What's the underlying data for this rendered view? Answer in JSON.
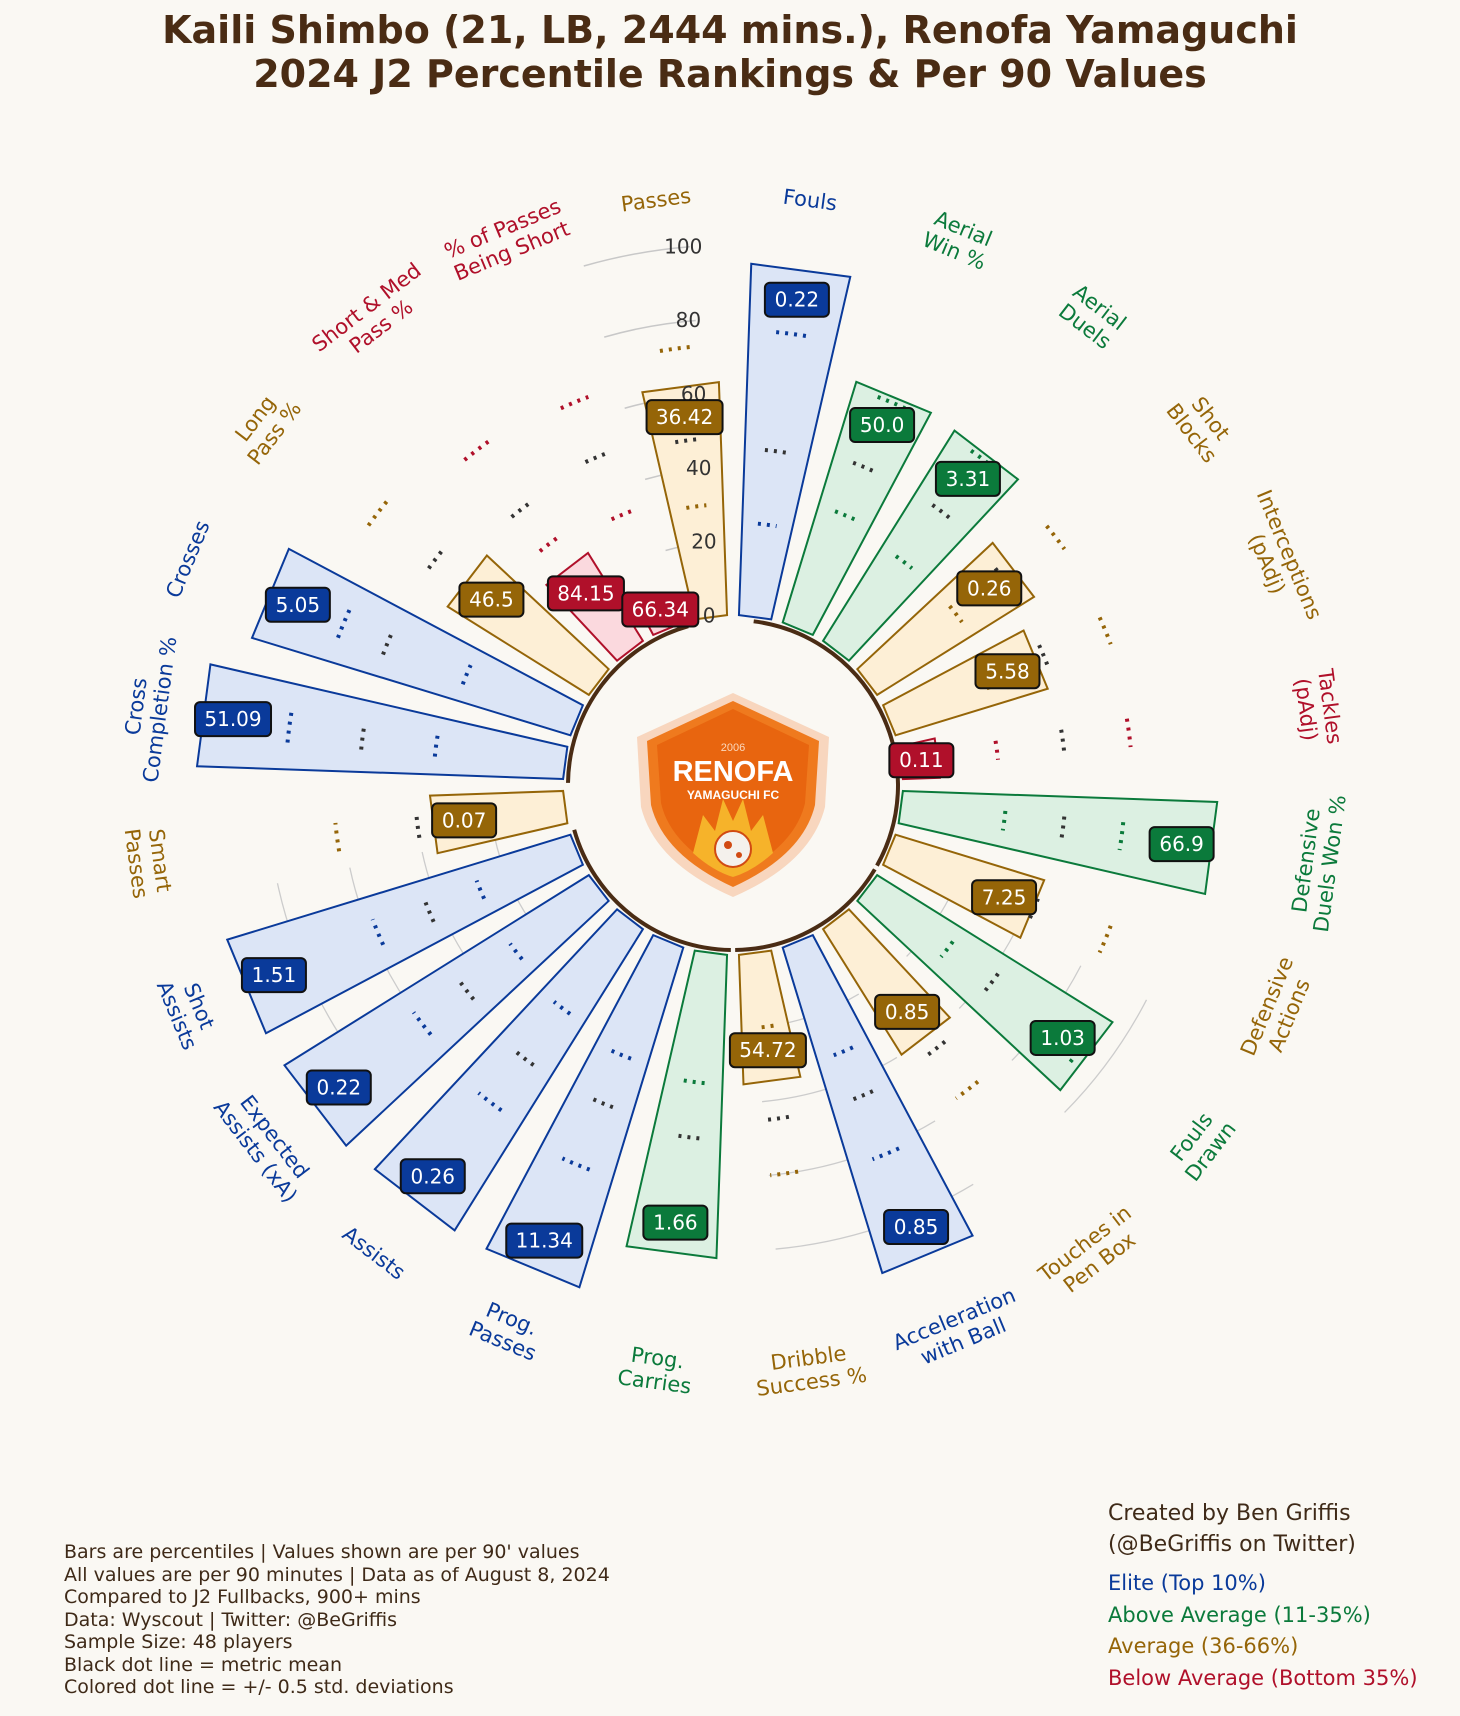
{
  "title": {
    "line1": "Kaili Shimbo (21, LB, 2444 mins.), Renofa Yamaguchi",
    "line2": "2024 J2 Percentile Rankings & Per 90 Values"
  },
  "logo": {
    "year": "2006",
    "name": "RENOFA",
    "sub": "YAMAGUCHI FC"
  },
  "colors": {
    "elite": "#0a3a9a",
    "above_average": "#0b7a3b",
    "average": "#956508",
    "below_average": "#b0102a",
    "title": "#4a2c14"
  },
  "chart_data": {
    "type": "radial-bar",
    "title": "Kaili Shimbo (21, LB, 2444 mins.), Renofa Yamaguchi 2024 J2 Percentile Rankings & Per 90 Values",
    "r_ticks": [
      "0",
      "20",
      "40",
      "60",
      "80",
      "100"
    ],
    "ylim": [
      0,
      100
    ],
    "metrics": [
      {
        "label": "Fouls",
        "percentile": 95,
        "value": "0.22",
        "tier": "elite",
        "mean_pct": 45,
        "lo_pct": 25,
        "hi_pct": 77
      },
      {
        "label": "Aerial\nWin %",
        "percentile": 68,
        "value": "50.0",
        "tier": "above_average",
        "mean_pct": 47,
        "lo_pct": 33,
        "hi_pct": 66
      },
      {
        "label": "Aerial\nDuels",
        "percentile": 67,
        "value": "3.31",
        "tier": "above_average",
        "mean_pct": 47,
        "lo_pct": 30,
        "hi_pct": 65
      },
      {
        "label": "Shot\nBlocks",
        "percentile": 50,
        "value": "0.26",
        "tier": "average",
        "mean_pct": 46,
        "lo_pct": 30,
        "hi_pct": 64
      },
      {
        "label": "Interceptions\n(pAdj)",
        "percentile": 43,
        "value": "5.58",
        "tier": "average",
        "mean_pct": 45,
        "lo_pct": 28,
        "hi_pct": 63
      },
      {
        "label": "Tackles\n(pAdj)",
        "percentile": 10,
        "value": "0.11",
        "tier": "below_average",
        "mean_pct": 44,
        "lo_pct": 26,
        "hi_pct": 62
      },
      {
        "label": "Defensive\nDuels Won %",
        "percentile": 85,
        "value": "66.9",
        "tier": "above_average",
        "mean_pct": 44,
        "lo_pct": 28,
        "hi_pct": 60
      },
      {
        "label": "Defensive\nActions",
        "percentile": 42,
        "value": "7.25",
        "tier": "average",
        "mean_pct": 42,
        "lo_pct": 30,
        "hi_pct": 63
      },
      {
        "label": "Fouls\nDrawn",
        "percentile": 75,
        "value": "1.03",
        "tier": "above_average",
        "mean_pct": 42,
        "lo_pct": 27,
        "hi_pct": 72
      },
      {
        "label": "Touches in\nPen Box",
        "percentile": 40,
        "value": "0.85",
        "tier": "average",
        "mean_pct": 44,
        "lo_pct": 30,
        "hi_pct": 58
      },
      {
        "label": "Acceleration\nwith Ball",
        "percentile": 92,
        "value": "0.85",
        "tier": "elite",
        "mean_pct": 45,
        "lo_pct": 32,
        "hi_pct": 62
      },
      {
        "label": "Dribble\nSuccess %",
        "percentile": 35,
        "value": "54.72",
        "tier": "average",
        "mean_pct": 45,
        "lo_pct": 20,
        "hi_pct": 60
      },
      {
        "label": "Prog.\nCarries",
        "percentile": 82,
        "value": "1.66",
        "tier": "above_average",
        "mean_pct": 50,
        "lo_pct": 35,
        "hi_pct": 77
      },
      {
        "label": "Prog.\nPasses",
        "percentile": 96,
        "value": "11.34",
        "tier": "elite",
        "mean_pct": 47,
        "lo_pct": 33,
        "hi_pct": 65
      },
      {
        "label": "Assists",
        "percentile": 96,
        "value": "0.26",
        "tier": "elite",
        "mean_pct": 47,
        "lo_pct": 30,
        "hi_pct": 62
      },
      {
        "label": "Expected\nAssists (xA)",
        "percentile": 97,
        "value": "0.22",
        "tier": "elite",
        "mean_pct": 45,
        "lo_pct": 28,
        "hi_pct": 60
      },
      {
        "label": "Shot\nAssists",
        "percentile": 97,
        "value": "1.51",
        "tier": "elite",
        "mean_pct": 43,
        "lo_pct": 28,
        "hi_pct": 58
      },
      {
        "label": "Smart\nPasses",
        "percentile": 36,
        "value": "0.07",
        "tier": "average",
        "mean_pct": 40,
        "lo_pct": 35,
        "hi_pct": 62
      },
      {
        "label": "Cross\nCompletion %",
        "percentile": 99,
        "value": "51.09",
        "tier": "elite",
        "mean_pct": 55,
        "lo_pct": 35,
        "hi_pct": 75
      },
      {
        "label": "Crosses",
        "percentile": 90,
        "value": "5.05",
        "tier": "elite",
        "mean_pct": 55,
        "lo_pct": 32,
        "hi_pct": 68
      },
      {
        "label": "Long\nPass %",
        "percentile": 45,
        "value": "46.5",
        "tier": "average",
        "mean_pct": 55,
        "lo_pct": 35,
        "hi_pct": 75
      },
      {
        "label": "Short & Med\nPass %",
        "percentile": 28,
        "value": "84.15",
        "tier": "below_average",
        "mean_pct": 48,
        "lo_pct": 36,
        "hi_pct": 68
      },
      {
        "label": "% of Passes\nBeing Short",
        "percentile": 8,
        "value": "66.34",
        "tier": "below_average",
        "mean_pct": 50,
        "lo_pct": 33,
        "hi_pct": 66
      },
      {
        "label": "Passes",
        "percentile": 63,
        "value": "36.42",
        "tier": "average",
        "mean_pct": 48,
        "lo_pct": 30,
        "hi_pct": 73
      }
    ]
  },
  "notes": [
    "Bars are percentiles | Values shown are per 90' values",
    "All values are per 90 minutes | Data as of August 8, 2024",
    "Compared to J2 Fullbacks, 900+ mins",
    "Data: Wyscout | Twitter: @BeGriffis",
    "Sample Size: 48 players",
    "Black dot line = metric mean",
    "Colored dot line = +/- 0.5 std. deviations"
  ],
  "credit": [
    "Created by Ben Griffis",
    "(@BeGriffis on Twitter)"
  ],
  "legend": [
    {
      "label": "Elite (Top 10%)",
      "tier": "elite"
    },
    {
      "label": "Above Average (11-35%)",
      "tier": "above_average"
    },
    {
      "label": "Average (36-66%)",
      "tier": "average"
    },
    {
      "label": "Below Average (Bottom 35%)",
      "tier": "below_average"
    }
  ]
}
